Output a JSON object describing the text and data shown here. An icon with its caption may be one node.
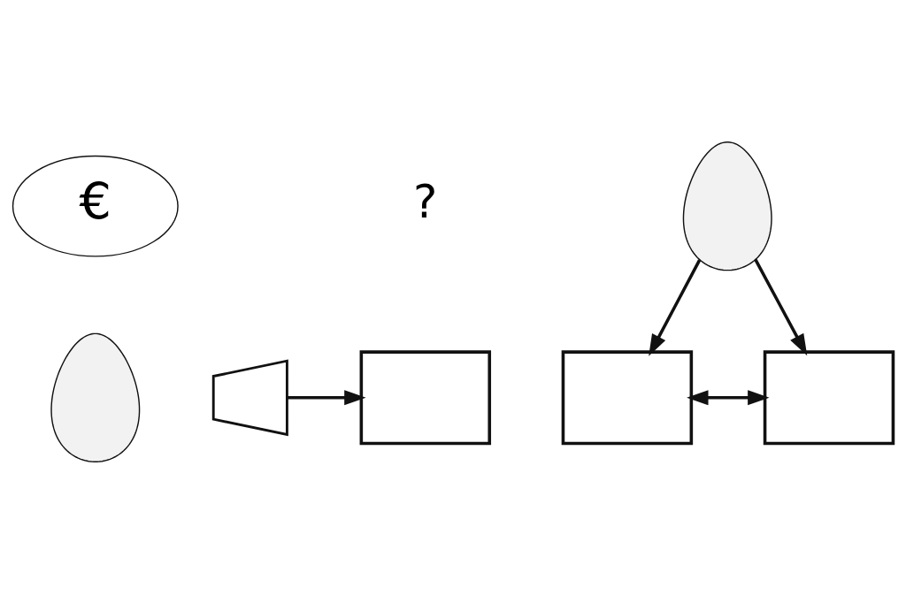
{
  "diagram": {
    "nodes": [
      {
        "text": [
          "€"
        ]
      },
      {
        "text": [],
        "shape": "person"
      },
      {
        "text": [],
        "shape": "megaphone"
      },
      {
        "text": [],
        "shape": "box"
      },
      {
        "text": [],
        "shape": "person"
      },
      {
        "text": [],
        "shape": "box"
      },
      {
        "text": [],
        "shape": "box"
      }
    ],
    "edges": [
      {
        "from": 2,
        "to": 3,
        "arrow": "to"
      },
      {
        "from": 4,
        "to": 5,
        "arrow": "to"
      },
      {
        "from": 4,
        "to": 6,
        "arrow": "to"
      },
      {
        "from": 5,
        "to": 6,
        "arrow": "both"
      }
    ],
    "labels": [
      "?"
    ]
  }
}
